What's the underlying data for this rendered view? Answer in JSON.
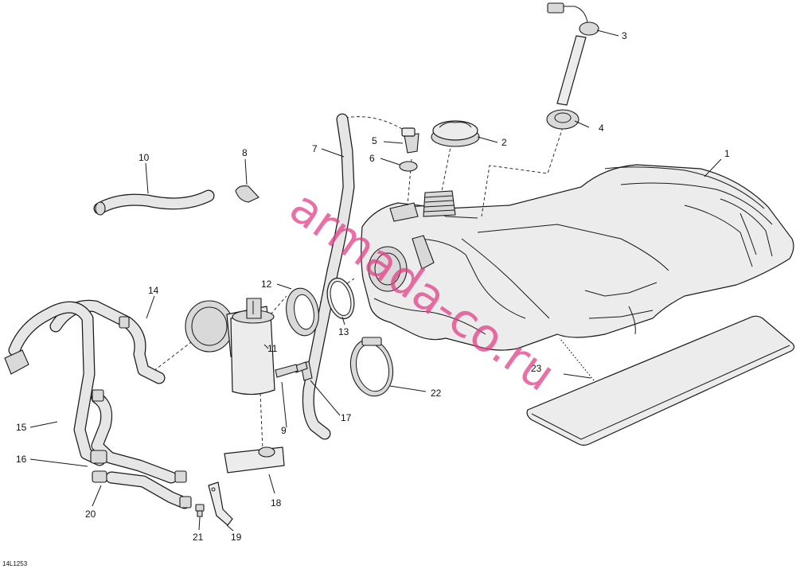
{
  "diagram": {
    "drawing_code": "14L1253",
    "watermark": "armada-co.ru",
    "callouts": [
      "1",
      "2",
      "3",
      "4",
      "5",
      "6",
      "7",
      "8",
      "9",
      "10",
      "11",
      "12",
      "13",
      "14",
      "15",
      "16",
      "17",
      "18",
      "19",
      "20",
      "21",
      "22",
      "23"
    ]
  }
}
